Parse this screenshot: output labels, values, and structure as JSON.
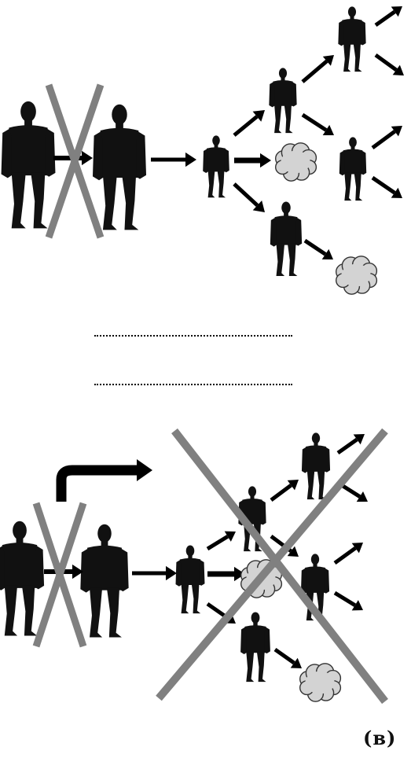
{
  "figure": {
    "label": "(в)",
    "person_color": "#111111",
    "arrow_color": "#000000",
    "cross_color": "#808080",
    "cloud_fill": "#d3d3d3",
    "cloud_stroke": "#333333"
  },
  "panels": [
    {
      "id": "top",
      "crossed_pairs": 1,
      "branching_tree_crossed": false,
      "clouds": 2
    },
    {
      "id": "bottom",
      "crossed_pairs": 1,
      "branching_tree_crossed": true,
      "clouds": 2,
      "bent_arrow": true
    }
  ]
}
